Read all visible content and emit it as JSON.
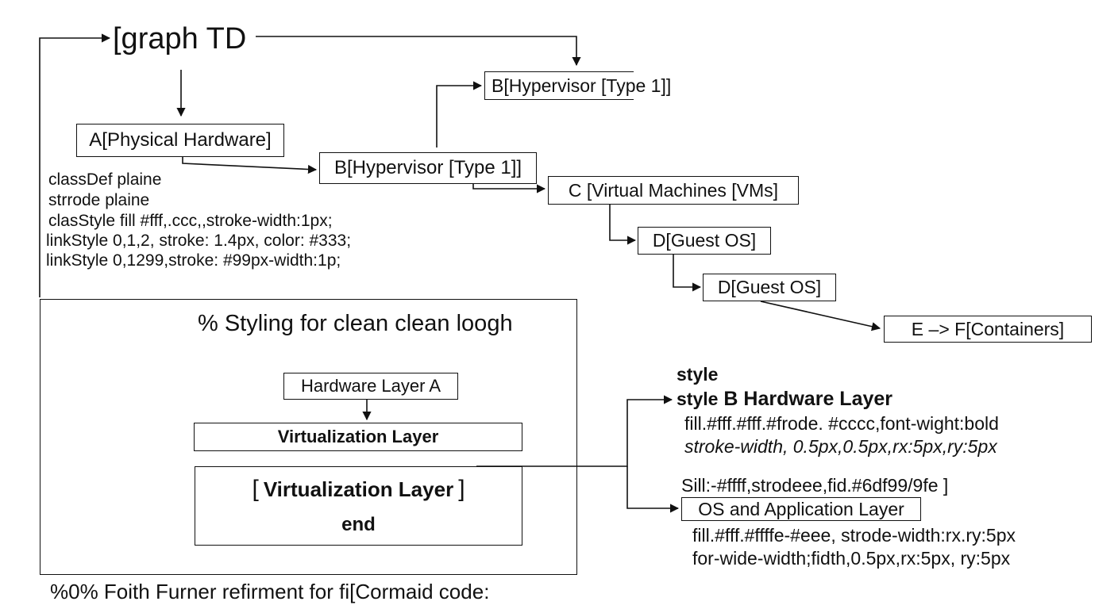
{
  "header": {
    "text": "[graph TD"
  },
  "nodes": {
    "top_b": "B[Hypervisor [Type 1]]",
    "a": "A[Physical Hardware]",
    "b": "B[Hypervisor [Type 1]]",
    "c": "C [Virtual Machines [VMs]",
    "d1": "D[Guest OS]",
    "d2": "D[Guest OS]",
    "ef": "E –> F[Containers]"
  },
  "class_defs": [
    "classDef plaine",
    "strrode plaine",
    "clasStyle fill #fff,.ccc,,stroke-width:1px;",
    "linkStyle 0,1,2, stroke: 1.4px, color: #333;",
    "linkStyle 0,1299,stroke: #99px-width:1p;"
  ],
  "subgraph": {
    "title": "% Styling for clean clean loogh",
    "hardware_box": "Hardware Layer A",
    "virt_box": "Virtualization Layer",
    "virt_open": "[",
    "virt_label": "Virtualization Layer",
    "virt_close": "]",
    "end": "end"
  },
  "style_block": {
    "line1": "style",
    "line2_prefix": "style",
    "line2_node": "B",
    "line2_name": "Hardware  Layer",
    "line3": "fill.#fff.#fff.#frode. #cccc,font-wight:bold",
    "line4": "stroke-width, 0.5px,0.5px,rx:5px,ry:5px",
    "line5": "Sill:-#ffff,strodeee,fid.#6df99/9fe  ]",
    "os_box": "OS and Application Layer",
    "line6": "fill.#fff.#ffffe-#eee, strode-width:rx.ry:5px",
    "line7": "for-wide-width;fidth,0.5px,rx:5px, ry:5px"
  },
  "footer": {
    "text": "%0% Foith Furner refirment for fi[Cormaid code:"
  },
  "colors": {
    "ink": "#111111",
    "background": "#ffffff"
  }
}
